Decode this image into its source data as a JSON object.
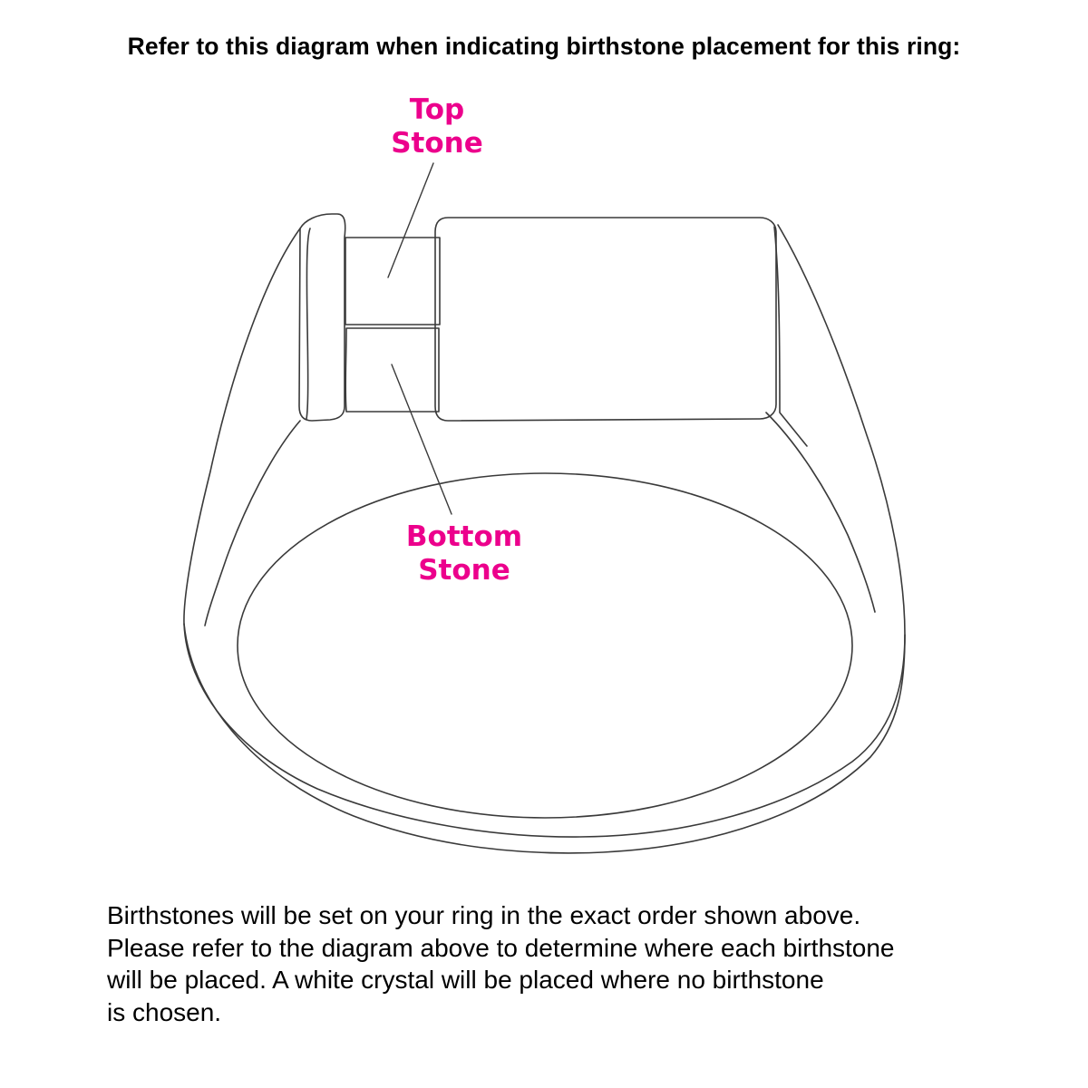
{
  "heading": "Refer to this diagram when indicating birthstone placement for this ring:",
  "callouts": {
    "top": [
      "Top",
      "Stone"
    ],
    "bottom": [
      "Bottom",
      "Stone"
    ]
  },
  "instructions": [
    "Birthstones will be set on your ring in the exact order shown above.",
    "Please refer to the diagram above to determine where each birthstone",
    "will be placed. A white crystal will be placed where no birthstone",
    "is chosen."
  ],
  "colors": {
    "callout": "#ec008c",
    "line": "#3a3a3a",
    "background": "#ffffff",
    "text": "#000000"
  }
}
